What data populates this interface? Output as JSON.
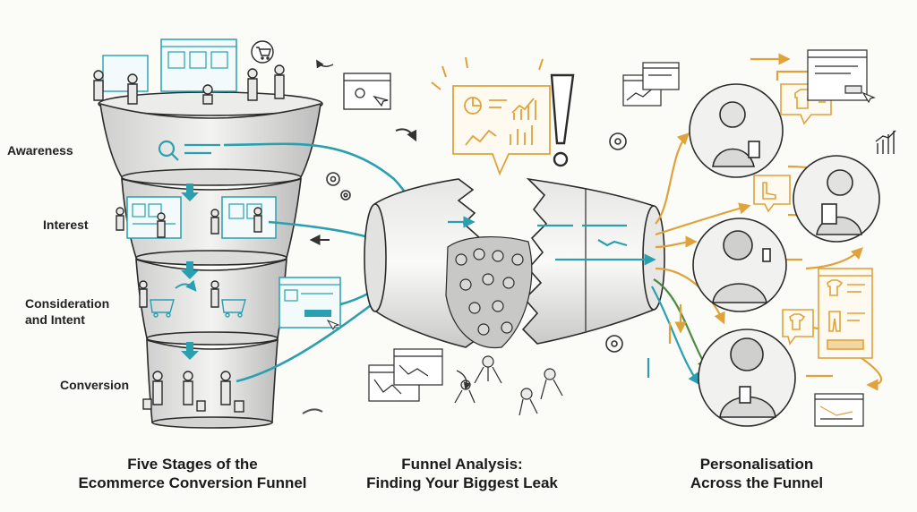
{
  "stages": [
    {
      "label": "Awareness",
      "icon": "magnifier-icon"
    },
    {
      "label": "Interest",
      "icon": "browsing-people-icon"
    },
    {
      "label": "Consideration\nand Intent",
      "icon": "shopping-cart-icon"
    },
    {
      "label": "Conversion",
      "icon": "shopping-bags-icon"
    }
  ],
  "captions": {
    "left": {
      "line1": "Five Stages of the",
      "line2": "Ecommerce Conversion Funnel"
    },
    "middle": {
      "line1": "Funnel Analysis:",
      "line2": "Finding Your Biggest Leak"
    },
    "right": {
      "line1": "Personalisation",
      "line2": "Across the Funnel"
    }
  },
  "icons": {
    "alert": "exclamation-icon",
    "analytics": "analytics-dashboard-icon",
    "gear": "gear-icon",
    "cart": "cart-icon",
    "shirt": "tshirt-icon",
    "boot": "boot-icon",
    "pants": "pants-icon"
  },
  "colors": {
    "teal": "#2a9fb0",
    "orange": "#e0a23b",
    "green": "#4f8a45",
    "ink": "#2b2b2b"
  }
}
